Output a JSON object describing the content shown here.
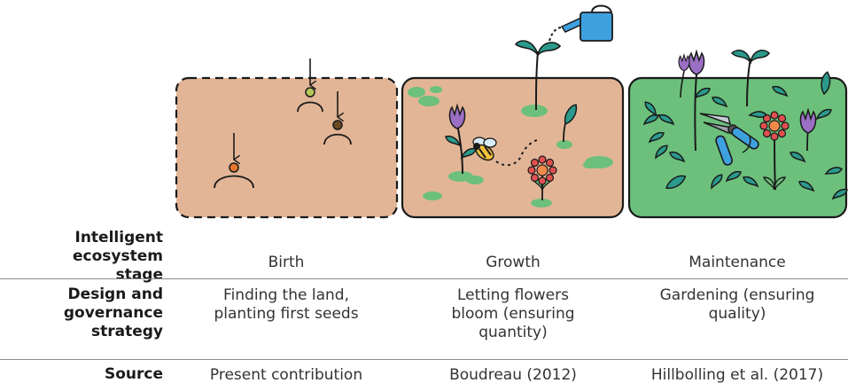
{
  "rows": {
    "stage": {
      "label": "Intelligent ecosystem stage",
      "values": [
        "Birth",
        "Growth",
        "Maintenance"
      ]
    },
    "strategy": {
      "label": "Design and governance strategy",
      "values": [
        "Finding the land, planting first seeds",
        "Letting flowers bloom (ensuring quantity)",
        "Gardening (ensuring quality)"
      ]
    },
    "source": {
      "label": "Source",
      "values": [
        "Present contribution",
        "Boudreau (2012)",
        "Hillbolling et al. (2017)"
      ]
    }
  },
  "colors": {
    "soil": "#e2b596",
    "grass": "#6cc07c",
    "pad": "#6cc07c",
    "outline": "#1a1a1a",
    "leaf": "#2b9a8c",
    "petal_purple": "#9b6fc4",
    "petal_red": "#e05050",
    "can_blue": "#3fa0e0"
  },
  "icons": [
    "seed-icon",
    "arrow-down-icon",
    "flower-icon",
    "leaf-icon",
    "bee-icon",
    "watering-can-icon",
    "pruning-shears-icon"
  ]
}
